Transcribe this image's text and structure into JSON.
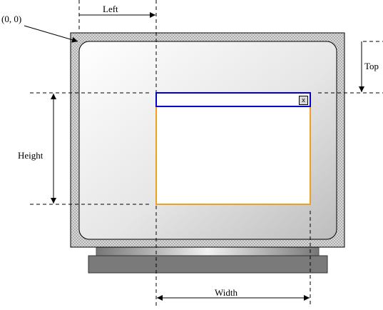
{
  "labels": {
    "origin": "(0, 0)",
    "left": "Left",
    "top": "Top",
    "height": "Height",
    "width": "Width"
  },
  "window": {
    "close_glyph": "x"
  },
  "colors": {
    "title_bar_border": "#0000cc",
    "window_border": "#f0a020",
    "monitor_bezel": "#c8c8c8",
    "monitor_base": "#7a7a7a",
    "dimension_lines": "#000000"
  },
  "icons": {
    "close": "close-icon",
    "arrow": "arrowhead-icon"
  }
}
